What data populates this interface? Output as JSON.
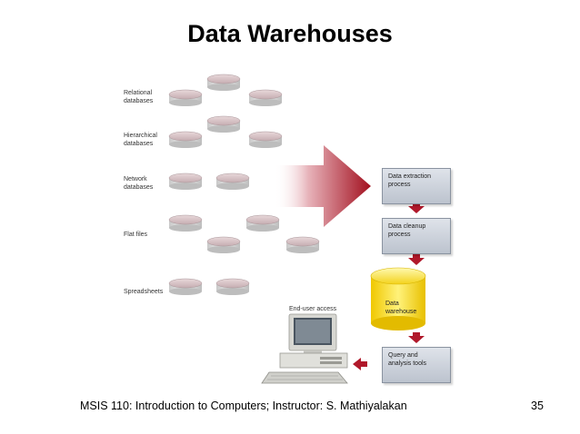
{
  "title": "Data Warehouses",
  "sources": {
    "relational": "Relational databases",
    "hierarchical": "Hierarchical databases",
    "network": "Network databases",
    "flat": "Flat files",
    "spreadsheets": "Spreadsheets"
  },
  "process": {
    "extraction": "Data extraction process",
    "cleanup": "Data cleanup process",
    "warehouse": "Data warehouse",
    "query": "Query and analysis tools"
  },
  "enduser": "End-user access",
  "footer": {
    "course": "MSIS 110:  Introduction to Computers;  Instructor: S. Mathiyalakan",
    "page": "35"
  },
  "colors": {
    "arrow": "#b0182a",
    "warehouse": "#f2d40f",
    "disk": "#d9c3c6"
  }
}
